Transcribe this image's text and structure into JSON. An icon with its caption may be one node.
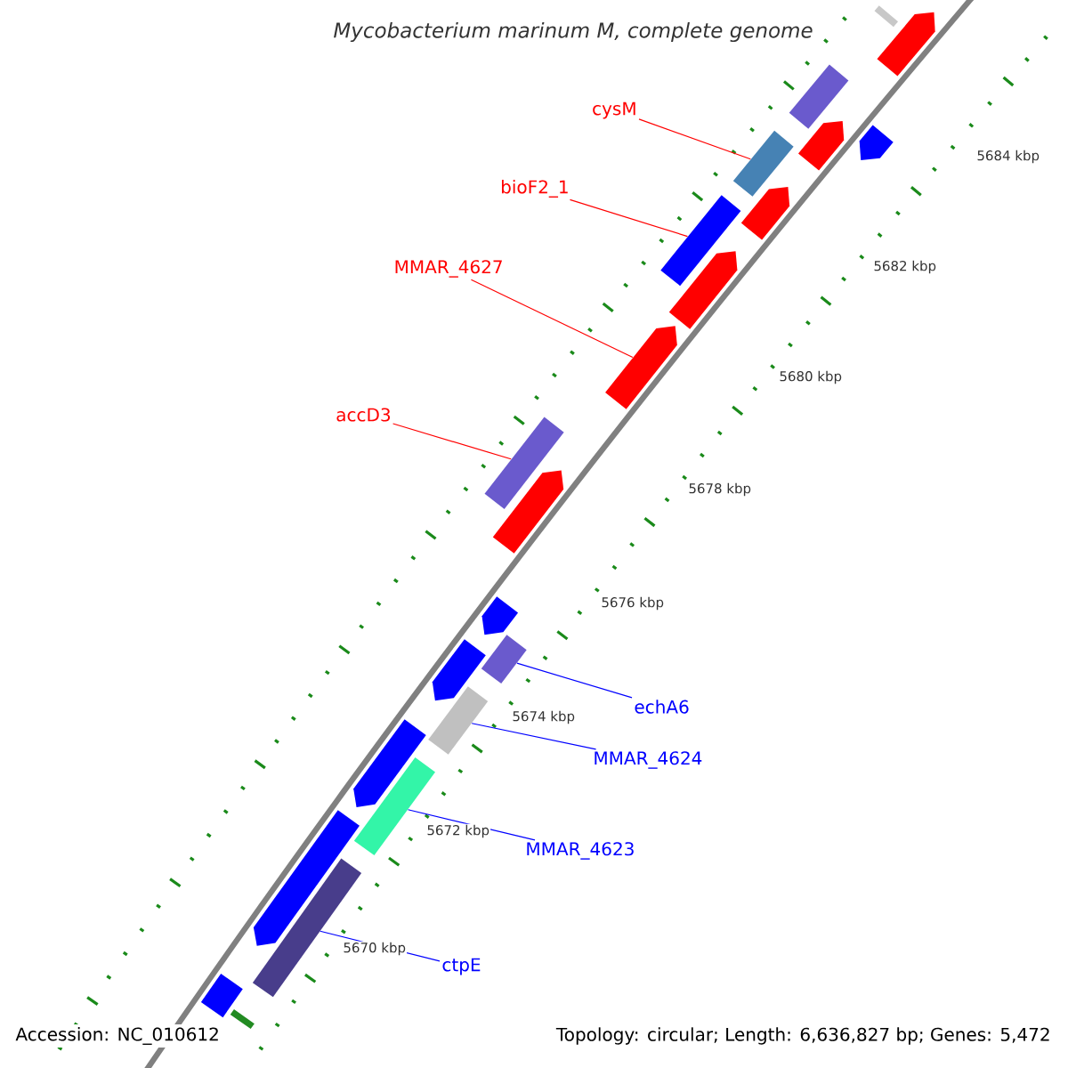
{
  "diagram": {
    "title": "Mycobacterium marinum M, complete genome",
    "nodes": [
      {
        "text": [
          "cysM"
        ]
      },
      {
        "text": [
          "bioF2_1"
        ]
      },
      {
        "text": [
          "MMAR_4627"
        ]
      },
      {
        "text": [
          "accD3"
        ]
      },
      {
        "text": [
          "echA6"
        ]
      },
      {
        "text": [
          "MMAR_4624"
        ]
      },
      {
        "text": [
          "MMAR_4623"
        ]
      },
      {
        "text": [
          "ctpE"
        ]
      },
      {
        "text": [],
        "shape": "bar"
      },
      {
        "text": [],
        "shape": "bar"
      },
      {
        "text": [],
        "shape": "bar"
      },
      {
        "text": [],
        "shape": "bar"
      },
      {
        "text": [],
        "shape": "bar"
      },
      {
        "text": [],
        "shape": "bar"
      },
      {
        "text": [],
        "shape": "bar"
      },
      {
        "text": [],
        "shape": "bar"
      },
      {
        "text": [],
        "shape": "bar"
      },
      {
        "text": [],
        "shape": "bar"
      },
      {
        "text": [],
        "shape": "bar"
      },
      {
        "text": [],
        "shape": "bar"
      },
      {
        "text": [],
        "shape": "bar"
      },
      {
        "text": [],
        "shape": "bar"
      },
      {
        "text": [],
        "shape": "bar"
      },
      {
        "text": [],
        "shape": "bar"
      },
      {
        "text": [],
        "shape": "bar"
      },
      {
        "text": [],
        "shape": "bar"
      },
      {
        "text": [],
        "shape": "bar"
      },
      {
        "text": [],
        "shape": "bar"
      },
      {
        "text": [],
        "shape": "bar"
      },
      {
        "text": [],
        "shape": "bar"
      }
    ],
    "edges": [
      {
        "from": 0,
        "to": 13,
        "arrow": "none"
      },
      {
        "from": 1,
        "to": 15,
        "arrow": "none"
      },
      {
        "from": 2,
        "to": 17,
        "arrow": "none"
      },
      {
        "from": 3,
        "to": 18,
        "arrow": "none"
      },
      {
        "from": 4,
        "to": 21,
        "arrow": "none",
        "color": "#0000ff"
      },
      {
        "from": 5,
        "to": 23,
        "arrow": "none",
        "color": "#0000ff"
      },
      {
        "from": 6,
        "to": 25,
        "arrow": "none",
        "color": "#0000ff"
      },
      {
        "from": 7,
        "to": 27,
        "arrow": "none",
        "color": "#0000ff"
      }
    ],
    "labels": [
      "5684 kbp",
      "5682 kbp",
      "5680 kbp",
      "5678 kbp",
      "5676 kbp",
      "5674 kbp",
      "5672 kbp",
      "5670 kbp",
      "Accession: NC_010612",
      "Topology: circular; Length: 6,636,827 bp; Genes: 5,472"
    ]
  }
}
